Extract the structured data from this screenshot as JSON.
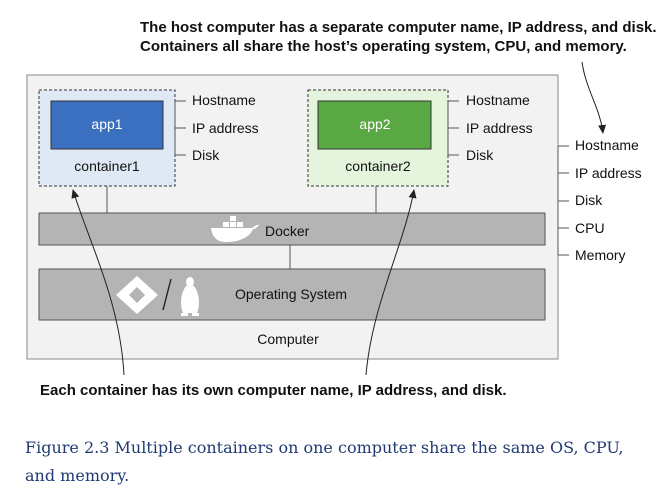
{
  "header": {
    "line1": "The host computer has a separate computer name, IP address, and disk.",
    "line2": "Containers all share the host’s operating system, CPU, and memory."
  },
  "containers": [
    {
      "app": "app1",
      "name": "container1",
      "app_color": "#3b6fc0",
      "bg_color": "#dfe8f5",
      "props": [
        "Hostname",
        "IP address",
        "Disk"
      ]
    },
    {
      "app": "app2",
      "name": "container2",
      "app_color": "#5aa844",
      "bg_color": "#e4f4dd",
      "props": [
        "Hostname",
        "IP address",
        "Disk"
      ]
    }
  ],
  "docker": {
    "label": "Docker",
    "icon": "docker-whale-icon"
  },
  "os": {
    "label": "Operating System",
    "icons": [
      "windows-diamond-icon",
      "linux-penguin-icon"
    ]
  },
  "computer": {
    "label": "Computer"
  },
  "host_props": [
    "Hostname",
    "IP address",
    "Disk",
    "CPU",
    "Memory"
  ],
  "footer": "Each container has its own computer name, IP address, and disk.",
  "caption": "Figure 2.3 Multiple containers on one computer share the same OS, CPU, and memory.",
  "colors": {
    "box_gray": "#b4b4b4",
    "computer_bg": "#f2f2f2",
    "caption": "#203a73"
  }
}
